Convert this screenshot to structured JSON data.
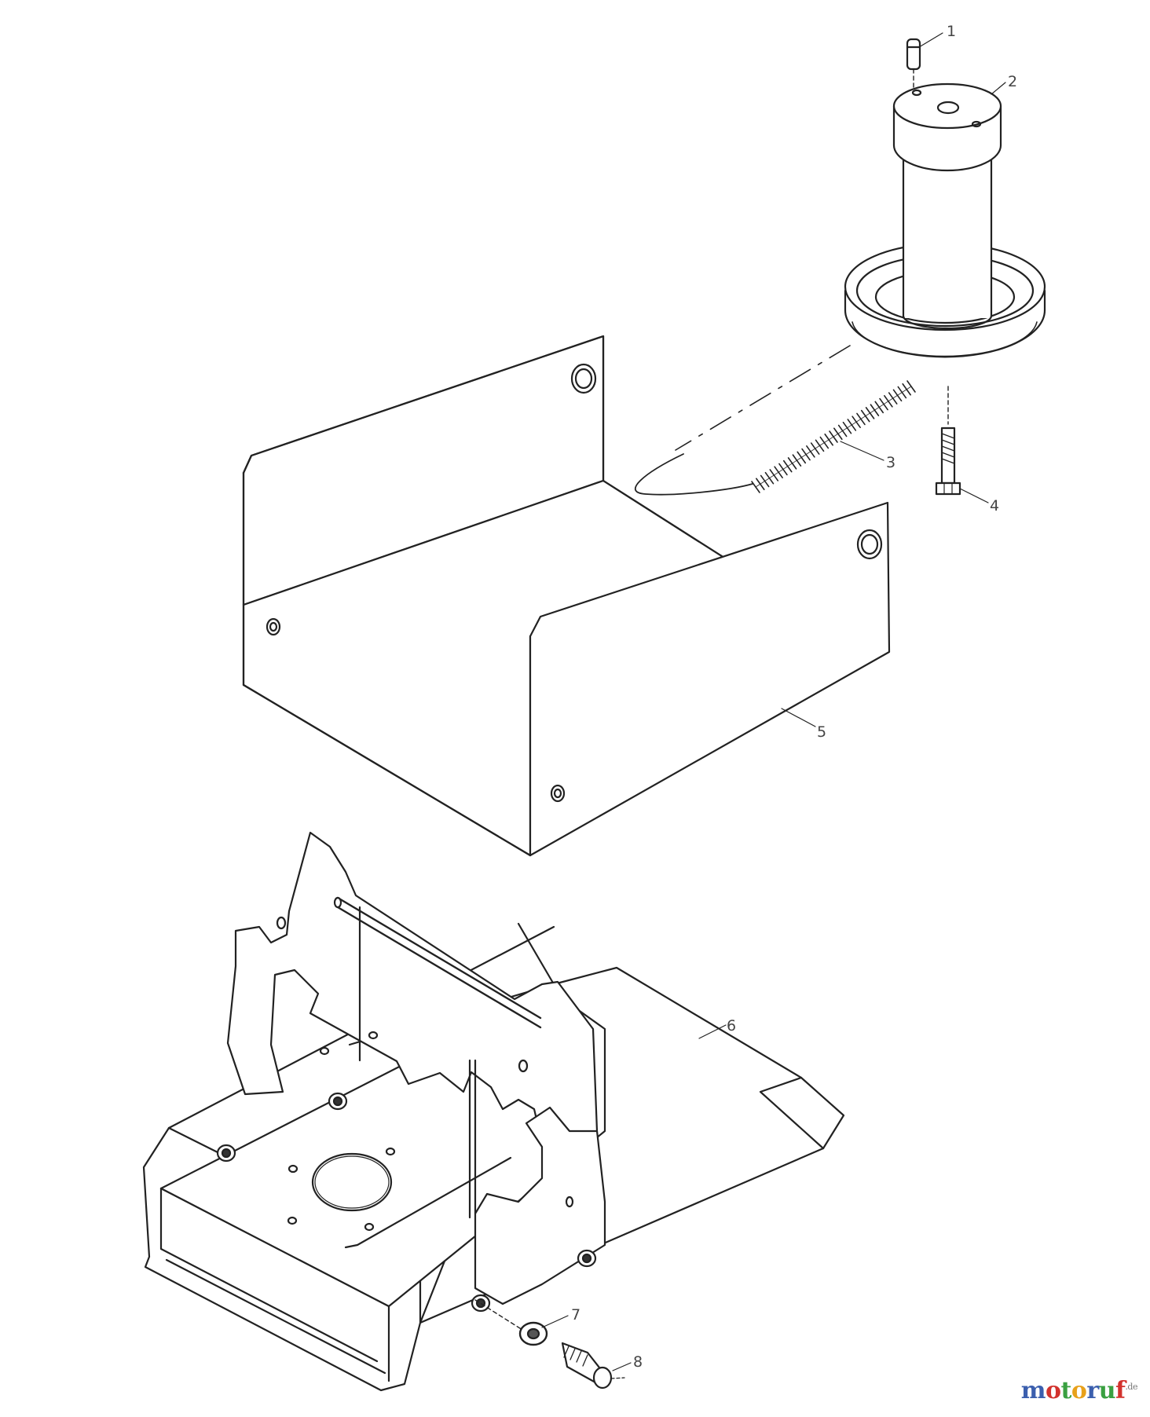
{
  "diagram": {
    "parts": [
      {
        "number": "1",
        "name": "pin"
      },
      {
        "number": "2",
        "name": "spindle-housing"
      },
      {
        "number": "3",
        "name": "spring"
      },
      {
        "number": "4",
        "name": "bolt"
      },
      {
        "number": "5",
        "name": "cover-plate"
      },
      {
        "number": "6",
        "name": "mounting-frame"
      },
      {
        "number": "7",
        "name": "washer"
      },
      {
        "number": "8",
        "name": "screw"
      }
    ]
  },
  "watermark": {
    "letters": [
      "m",
      "o",
      "t",
      "o",
      "r",
      "u",
      "f"
    ],
    "colors": [
      "#3b5fae",
      "#d2322d",
      "#3aa041",
      "#e8a11b",
      "#3b5fae",
      "#3aa041",
      "#d2322d"
    ],
    "suffix": ".de"
  }
}
